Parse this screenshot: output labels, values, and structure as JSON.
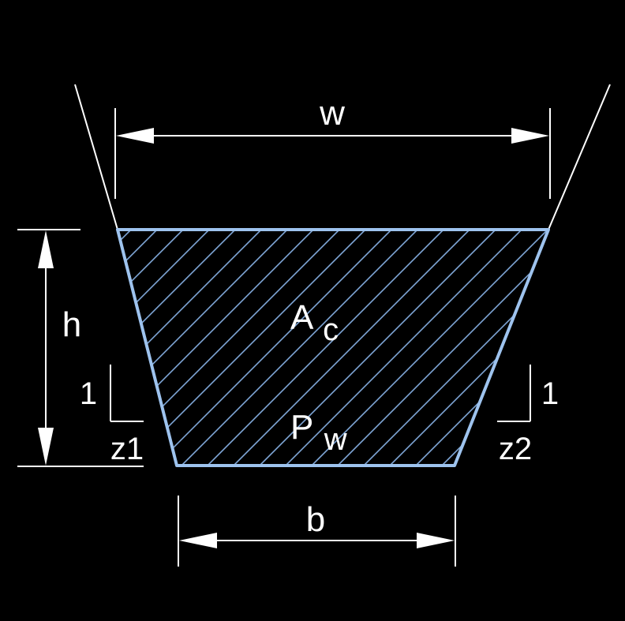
{
  "labels": {
    "top_width": "w",
    "depth": "h",
    "bottom_width": "b",
    "area_main": "A",
    "area_sub": "c",
    "perimeter_main": "P",
    "perimeter_sub": "w",
    "left_slope_rise": "1",
    "left_slope_run": "z1",
    "right_slope_rise": "1",
    "right_slope_run": "z2"
  },
  "colors": {
    "background": "#000000",
    "lines": "#ffffff",
    "channel_outline": "#9ec3ee",
    "hatch": "#7fa6d6"
  }
}
